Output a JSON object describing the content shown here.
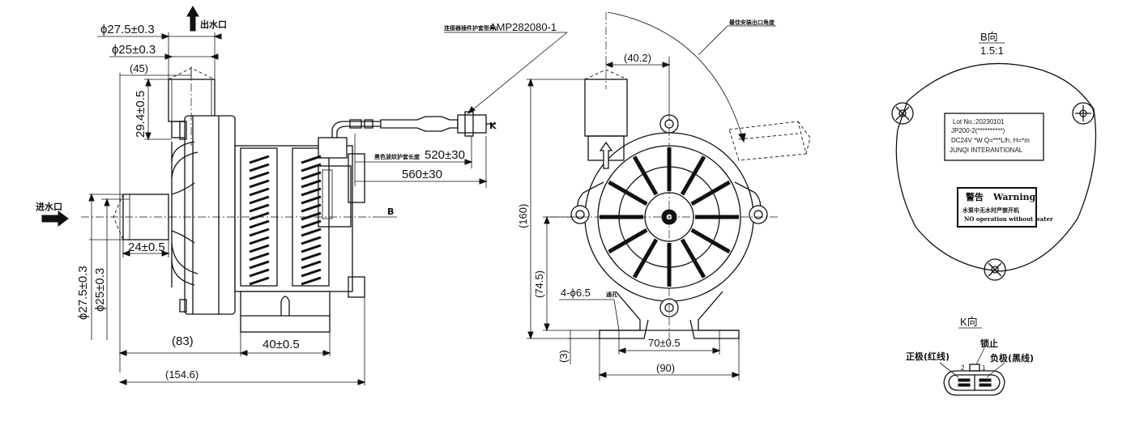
{
  "side_view": {
    "outlet_label": "出水口",
    "inlet_label": "进水口",
    "dims": {
      "outlet_od": "ϕ27.5±0.3",
      "outlet_id": "ϕ25±0.3",
      "outlet_offset": "(45)",
      "outlet_length": "29.4±0.5",
      "inlet_length": "24±0.5",
      "inlet_od": "ϕ27.5±0.3",
      "inlet_id": "ϕ25±0.3",
      "body_length": "(83)",
      "foot_width": "40±0.5",
      "total_length": "(154.6)",
      "cable_sleeve": "520±30",
      "cable_total": "560±30"
    },
    "connector_note_prefix": "连接器插件护套型号:",
    "connector_model": "AMP282080-1",
    "cable_sleeve_note": "黑色波纹护套长度",
    "view_b_marker": "B",
    "view_k_marker": "K"
  },
  "front_view": {
    "rotation_note": "最佳安装出口角度",
    "dims": {
      "outlet_offset": "(40.2)",
      "total_height": "(160)",
      "center_height": "(74.5)",
      "holes": "4-ϕ6.5",
      "holes_suffix": "通孔",
      "hole_spacing": "70±0.5",
      "base_width": "(90)",
      "base_thickness": "(3)"
    }
  },
  "view_b": {
    "title": "B向",
    "scale": "1.5:1",
    "label": {
      "lot": "Lot No.:20230101",
      "model": "JP200-2(**********)",
      "spec": "DC24V  *W  Q=***L/h, H=*m",
      "brand": "JUNQI INTERANTIONAL"
    },
    "warning": {
      "cn_title": "警告",
      "en_title": "Warning",
      "cn_text": "水泵中无水时严禁开机",
      "en_text": "NO operation without water"
    }
  },
  "view_k": {
    "title": "K向",
    "lock": "锁止",
    "positive": "正极(红线)",
    "negative": "负极(黑线)",
    "pin2": "2",
    "pin1": "1"
  }
}
